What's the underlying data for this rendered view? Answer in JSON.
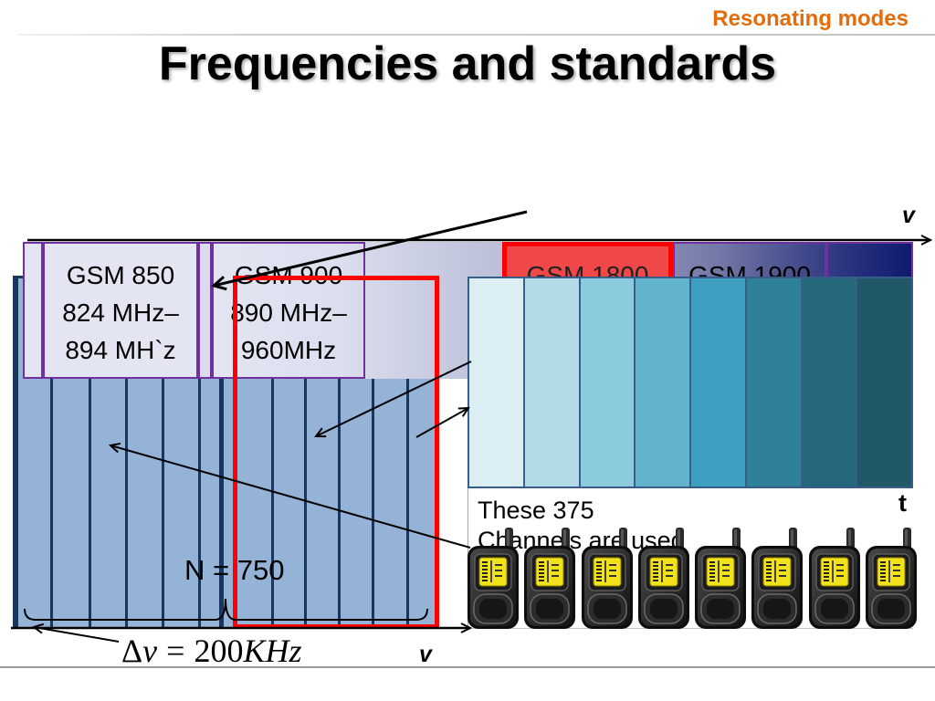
{
  "slide": {
    "section_label": "Resonating modes",
    "title": "Frequencies and standards"
  },
  "frequency_bands": [
    {
      "name": "GSM 850",
      "range_start": "824 MHz–",
      "range_end": "894 MH`z"
    },
    {
      "name": "GSM 900",
      "range_start": "890 MHz–",
      "range_end": "960MHz"
    },
    {
      "name": "GSM 1800"
    },
    {
      "name": "GSM 1900"
    }
  ],
  "axes": {
    "frequency_top": "v",
    "frequency_bottom": "v",
    "time": "t"
  },
  "channels": {
    "count_label": "N = 750",
    "spacing": {
      "delta": "Δ",
      "symbol": "ν",
      "equals": "=",
      "value": "200",
      "unit": "KHz"
    }
  },
  "time_slots_note": {
    "line1": "These 375",
    "line2": "Channels are used"
  },
  "time_slots": {
    "colors": [
      "#dbeef4",
      "#b3dbe7",
      "#8ccbdd",
      "#62b4cd",
      "#3d9ebf",
      "#2f8198",
      "#25677b",
      "#215868"
    ]
  },
  "phones": [
    {
      "icon": "mobile-phone-icon"
    },
    {
      "icon": "mobile-phone-icon"
    },
    {
      "icon": "mobile-phone-icon"
    },
    {
      "icon": "mobile-phone-icon"
    },
    {
      "icon": "mobile-phone-icon"
    },
    {
      "icon": "mobile-phone-icon"
    },
    {
      "icon": "mobile-phone-icon"
    },
    {
      "icon": "mobile-phone-icon"
    }
  ],
  "colors": {
    "section_label": "#e46c0a",
    "band_border": "#7030a0",
    "gsm_1800_fill": "#f04848",
    "highlight_red": "#ff0000",
    "channel_fill": "#95b3d7",
    "channel_divider": "#17375e",
    "phone_screen": "#f2e21b"
  }
}
